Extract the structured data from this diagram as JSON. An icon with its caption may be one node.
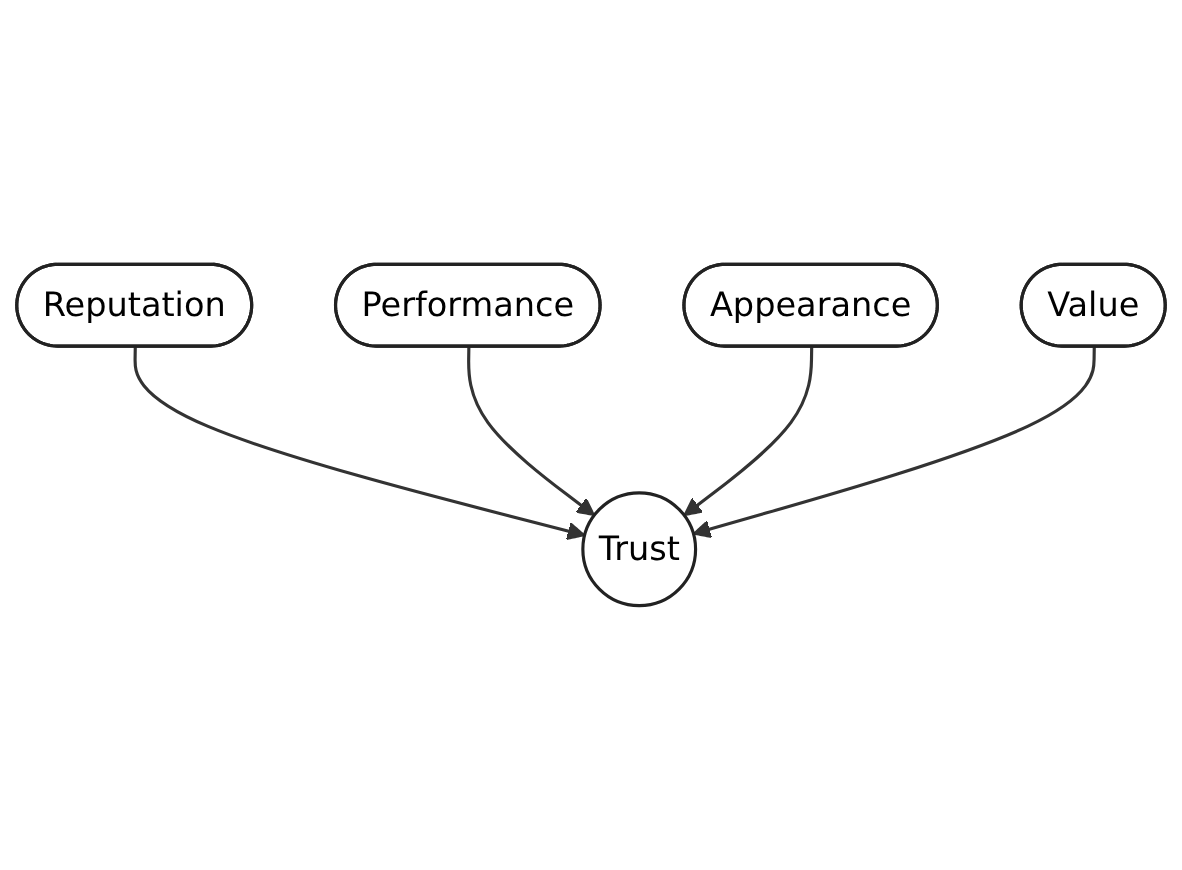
{
  "diagram": {
    "nodes": [
      {
        "text": [
          "Reputation"
        ]
      },
      {
        "text": [
          "Performance"
        ]
      },
      {
        "text": [
          "Trust"
        ]
      },
      {
        "text": [
          "Appearance"
        ]
      },
      {
        "text": [
          "Value"
        ]
      }
    ],
    "edges": [
      {
        "from": 0,
        "to": 2,
        "arrow": "to"
      },
      {
        "from": 1,
        "to": 2,
        "arrow": "to"
      },
      {
        "from": 3,
        "to": 2,
        "arrow": "to"
      },
      {
        "from": 4,
        "to": 2,
        "arrow": "to"
      }
    ]
  }
}
